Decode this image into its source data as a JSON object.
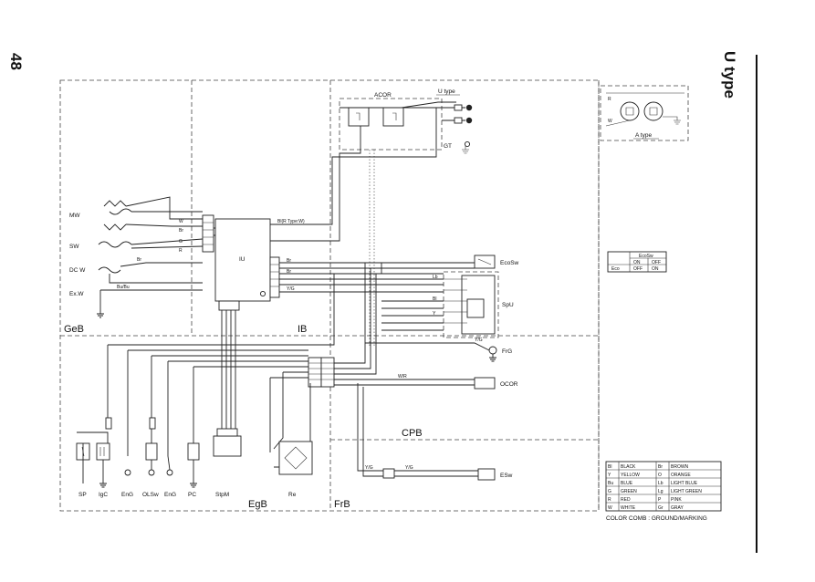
{
  "page": {
    "number": "48",
    "title": "U type"
  },
  "sections": {
    "GeB": "GeB",
    "IB": "IB",
    "EgB": "EgB",
    "FrB": "FrB",
    "CPB": "CPB"
  },
  "components": {
    "ACOR": "ACOR",
    "U_type": "U type",
    "GT": "GT",
    "IU": "IU",
    "EcoSw": "EcoSw",
    "SpU": "SpU",
    "FrG": "FrG",
    "OCOR": "OCOR",
    "ESw": "ESw",
    "MW": "MW",
    "SW": "SW",
    "DCW": "DC W",
    "ExW": "Ex.W",
    "SP": "SP",
    "IgC": "IgC",
    "EnG": "EnG",
    "OLSw": "OLSw",
    "EnG2": "EnG",
    "PC": "PC",
    "StpM": "StpM",
    "Re": "Re",
    "A_type": "A type"
  },
  "ecosw_table": {
    "header": "EcoSw",
    "col1": "ON",
    "col2": "OFF",
    "row_label": "Eco",
    "row_val1": "OFF",
    "row_val2": "ON"
  },
  "color_table": {
    "rows": [
      [
        "Bl",
        "BLACK",
        "Br",
        "BROWN"
      ],
      [
        "Y",
        "YELLOW",
        "O",
        "ORANGE"
      ],
      [
        "Bu",
        "BLUE",
        "Lb",
        "LIGHT BLUE"
      ],
      [
        "G",
        "GREEN",
        "Lg",
        "LIGHT GREEN"
      ],
      [
        "R",
        "RED",
        "P",
        "PINK"
      ],
      [
        "W",
        "WHITE",
        "Gr",
        "GRAY"
      ]
    ],
    "footer": "COLOR COMB : GROUND/MARKING"
  },
  "wire_labels": {
    "bl_type": "Bl(R Type:W)",
    "w": "W",
    "br": "Br",
    "g": "G",
    "r": "R",
    "bubu": "Bu/Bu",
    "lb": "Lb",
    "bl": "Bl",
    "y": "Y",
    "yg": "Y/G"
  }
}
